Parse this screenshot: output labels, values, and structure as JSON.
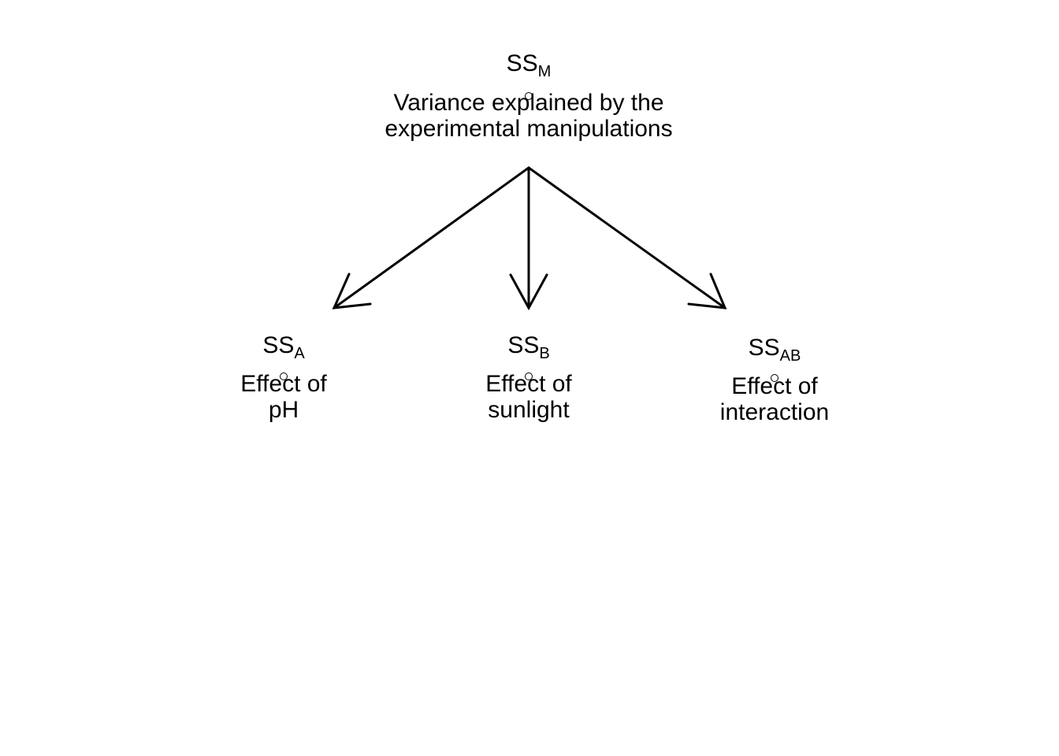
{
  "root": {
    "symbol": "SS",
    "subscript": "M",
    "description_line1": "Variance explained by the",
    "description_line2": "experimental manipulations"
  },
  "children": [
    {
      "symbol": "SS",
      "subscript": "A",
      "description_line1": "Effect of",
      "description_line2": "pH"
    },
    {
      "symbol": "SS",
      "subscript": "B",
      "description_line1": "Effect of",
      "description_line2": "sunlight"
    },
    {
      "symbol": "SS",
      "subscript": "AB",
      "description_line1": "Effect of",
      "description_line2": "interaction"
    }
  ],
  "colors": {
    "line": "#000000",
    "background": "#ffffff"
  }
}
